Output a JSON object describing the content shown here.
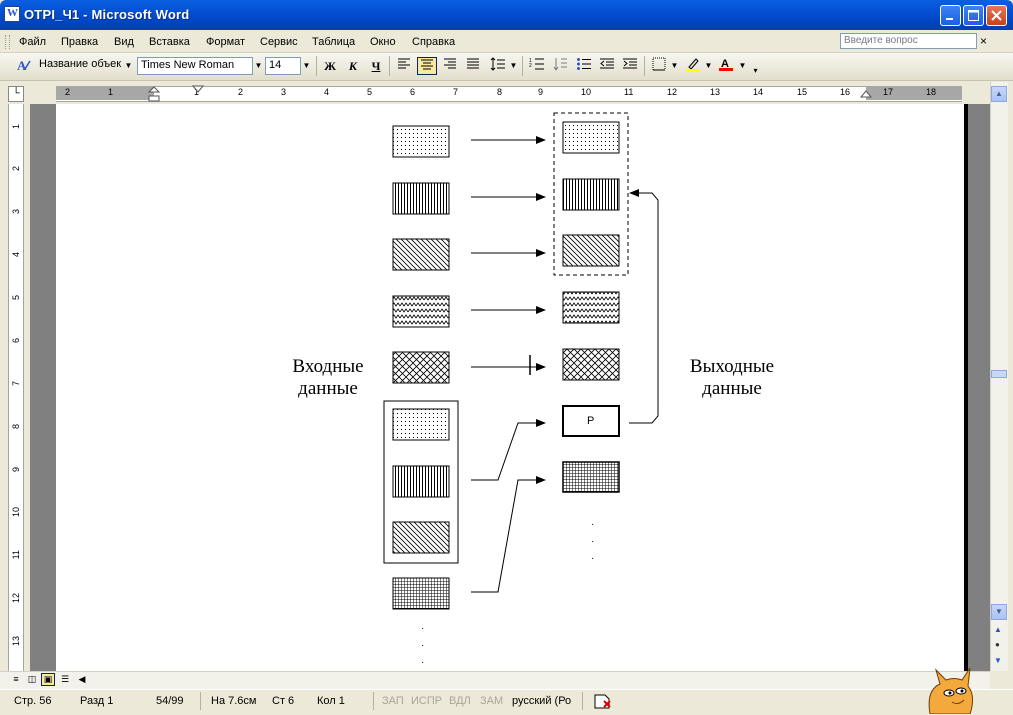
{
  "window": {
    "title": "ОТРІ_Ч1 - Microsoft Word",
    "app_icon_letter": "W"
  },
  "menu": {
    "items": [
      "Файл",
      "Правка",
      "Вид",
      "Вставка",
      "Формат",
      "Сервис",
      "Таблица",
      "Окно",
      "Справка"
    ]
  },
  "ask_box": {
    "placeholder": "Введите вопрос",
    "close": "×"
  },
  "toolbar": {
    "style": "Название объек",
    "font": "Times New Roman",
    "size": "14",
    "bold": "Ж",
    "italic": "К",
    "underline": "Ч"
  },
  "ruler": {
    "numbers": [
      "2",
      "1",
      "1",
      "2",
      "3",
      "4",
      "5",
      "6",
      "7",
      "8",
      "9",
      "10",
      "11",
      "12",
      "13",
      "14",
      "15",
      "16",
      "17",
      "18"
    ]
  },
  "vruler": {
    "numbers": [
      "1",
      "2",
      "3",
      "4",
      "5",
      "6",
      "7",
      "8",
      "9",
      "10",
      "11",
      "12",
      "13"
    ]
  },
  "figure": {
    "input_label_line1": "Входные",
    "input_label_line2": "данные",
    "output_label_line1": "Выходные",
    "output_label_line2": "данные",
    "p_label": "P",
    "ellipsis": "·"
  },
  "statusbar": {
    "page": "Стр. 56",
    "section": "Разд 1",
    "count": "54/99",
    "at": "На 7.6см",
    "line": "Ст 6",
    "col": "Кол 1",
    "rec": "ЗАП",
    "trk": "ИСПР",
    "ext": "ВДЛ",
    "ovr": "ЗАМ",
    "lang": "русский (Ро"
  },
  "colors": {
    "titlebar": "#0A5FE0",
    "chrome": "#ECE9D8",
    "page": "#FFFFFF",
    "docbg": "#808080"
  }
}
